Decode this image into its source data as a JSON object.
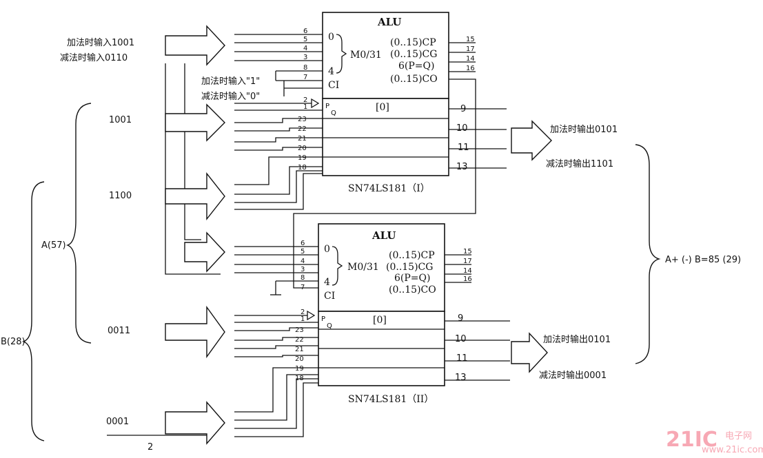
{
  "chip1": {
    "title": "ALU",
    "inputs_a": "0",
    "inputs_b": "4",
    "mode": "M0/31",
    "ci": "CI",
    "cp": "(0..15)CP",
    "cg": "(0..15)CG",
    "peq": "6(P=Q)",
    "co": "(0..15)CO",
    "sum_header": "[0]",
    "p": "P",
    "q": "Q",
    "name": "SN74LS181（I）"
  },
  "chip2": {
    "title": "ALU",
    "inputs_a": "0",
    "inputs_b": "4",
    "mode": "M0/31",
    "ci": "CI",
    "cp": "(0..15)CP",
    "cg": "(0..15)CG",
    "peq": "6(P=Q)",
    "co": "(0..15)CO",
    "sum_header": "[0]",
    "p": "P",
    "q": "Q",
    "name": "SN74LS181（II）"
  },
  "pins": {
    "mode_in": [
      "6",
      "5",
      "4",
      "3",
      "8",
      "7"
    ],
    "cp": "15",
    "cg": "17",
    "peq": "14",
    "co": "16",
    "pq": [
      "2",
      "1"
    ],
    "ab": [
      "23",
      "22",
      "21",
      "20",
      "19",
      "18"
    ],
    "f": [
      "9",
      "10",
      "11",
      "13"
    ]
  },
  "labels": {
    "mode_add": "加法时输入1001",
    "mode_sub": "减法时输入0110",
    "ci_add": "加法时输入\"1\"",
    "ci_sub": "减法时输入\"0\"",
    "in_a1": "1001",
    "in_b1": "1100",
    "in_a2": "0011",
    "in_b2": "0001",
    "out1_add": "加法时输出0101",
    "out1_sub": "减法时输出1101",
    "out2_add": "加法时输出0101",
    "out2_sub": "减法时输出0001",
    "brace_a": "A(57)",
    "brace_b": "B(28)",
    "result": "A+ (-) B=85 (29)",
    "bottom_two": "2"
  },
  "watermark": {
    "logo": "21IC",
    "site_cn": "电子网",
    "site_url": "www.21ic.com"
  }
}
